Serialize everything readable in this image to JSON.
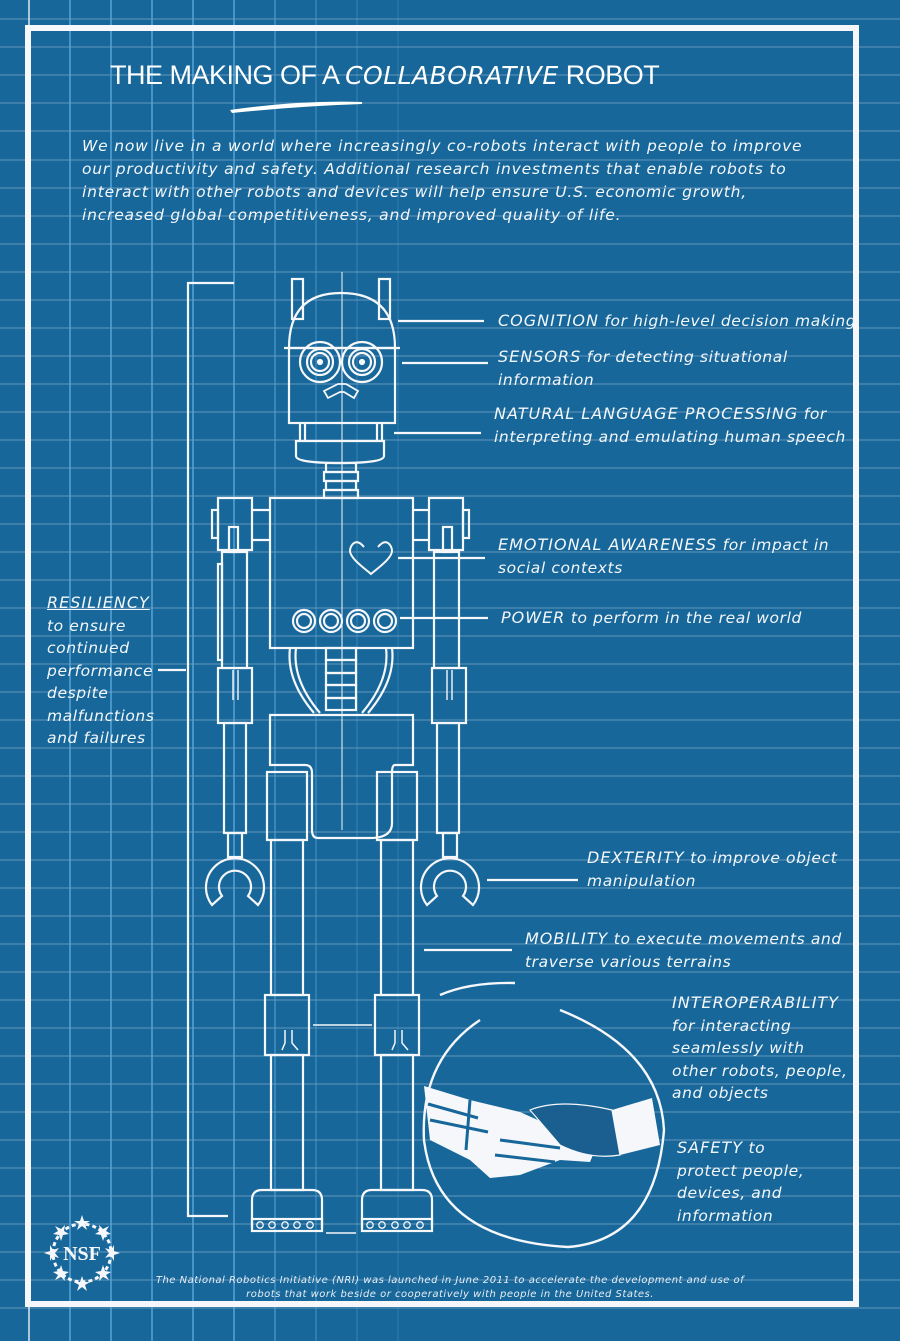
{
  "header": {
    "title_part1": "THE MAKING OF A",
    "title_emphasis": "COLLABORATIVE",
    "title_part2": "ROBOT"
  },
  "intro": {
    "text": "We now live in a world where increasingly co-robots interact with people to improve our productivity and safety. Additional research investments that enable robots to interact with other robots and devices will help ensure U.S. economic growth, increased global competitiveness, and improved quality of life."
  },
  "labels": {
    "cognition": {
      "keyword": "COGNITION",
      "text": " for high-level decision making"
    },
    "sensors": {
      "keyword": "SENSORS",
      "text": " for detecting situational information"
    },
    "nlp": {
      "keyword": "NATURAL LANGUAGE PROCESSING",
      "text": " for interpreting and emulating human speech"
    },
    "emotional": {
      "keyword": "EMOTIONAL AWARENESS",
      "text": " for impact in social contexts"
    },
    "power": {
      "keyword": "POWER",
      "text": " to perform in the real world"
    },
    "resiliency": {
      "keyword": "RESILIENCY",
      "text": "to ensure continued performance despite malfunctions and failures"
    },
    "dexterity": {
      "keyword": "DEXTERITY",
      "text": " to improve object manipulation"
    },
    "mobility": {
      "keyword": "MOBILITY",
      "text": " to execute movements and traverse various terrains"
    },
    "interoperability": {
      "keyword": "INTEROPERABILITY",
      "text": "for interacting seamlessly with other robots, people, and objects"
    },
    "safety": {
      "keyword": "SAFETY",
      "text": " to protect people, devices, and information"
    }
  },
  "logo": {
    "text": "NSF",
    "icon": "nsf-logo-icon"
  },
  "footer": {
    "text": "The National Robotics Initiative (NRI) was launched in June 2011 to accelerate the development and use of robots that work beside or cooperatively with people in the United States."
  },
  "colors": {
    "background": "#17679a",
    "line": "#f5f7fa",
    "grid_vertical": "#5aa8dc",
    "grid_horizontal": "#6f9bbf"
  }
}
